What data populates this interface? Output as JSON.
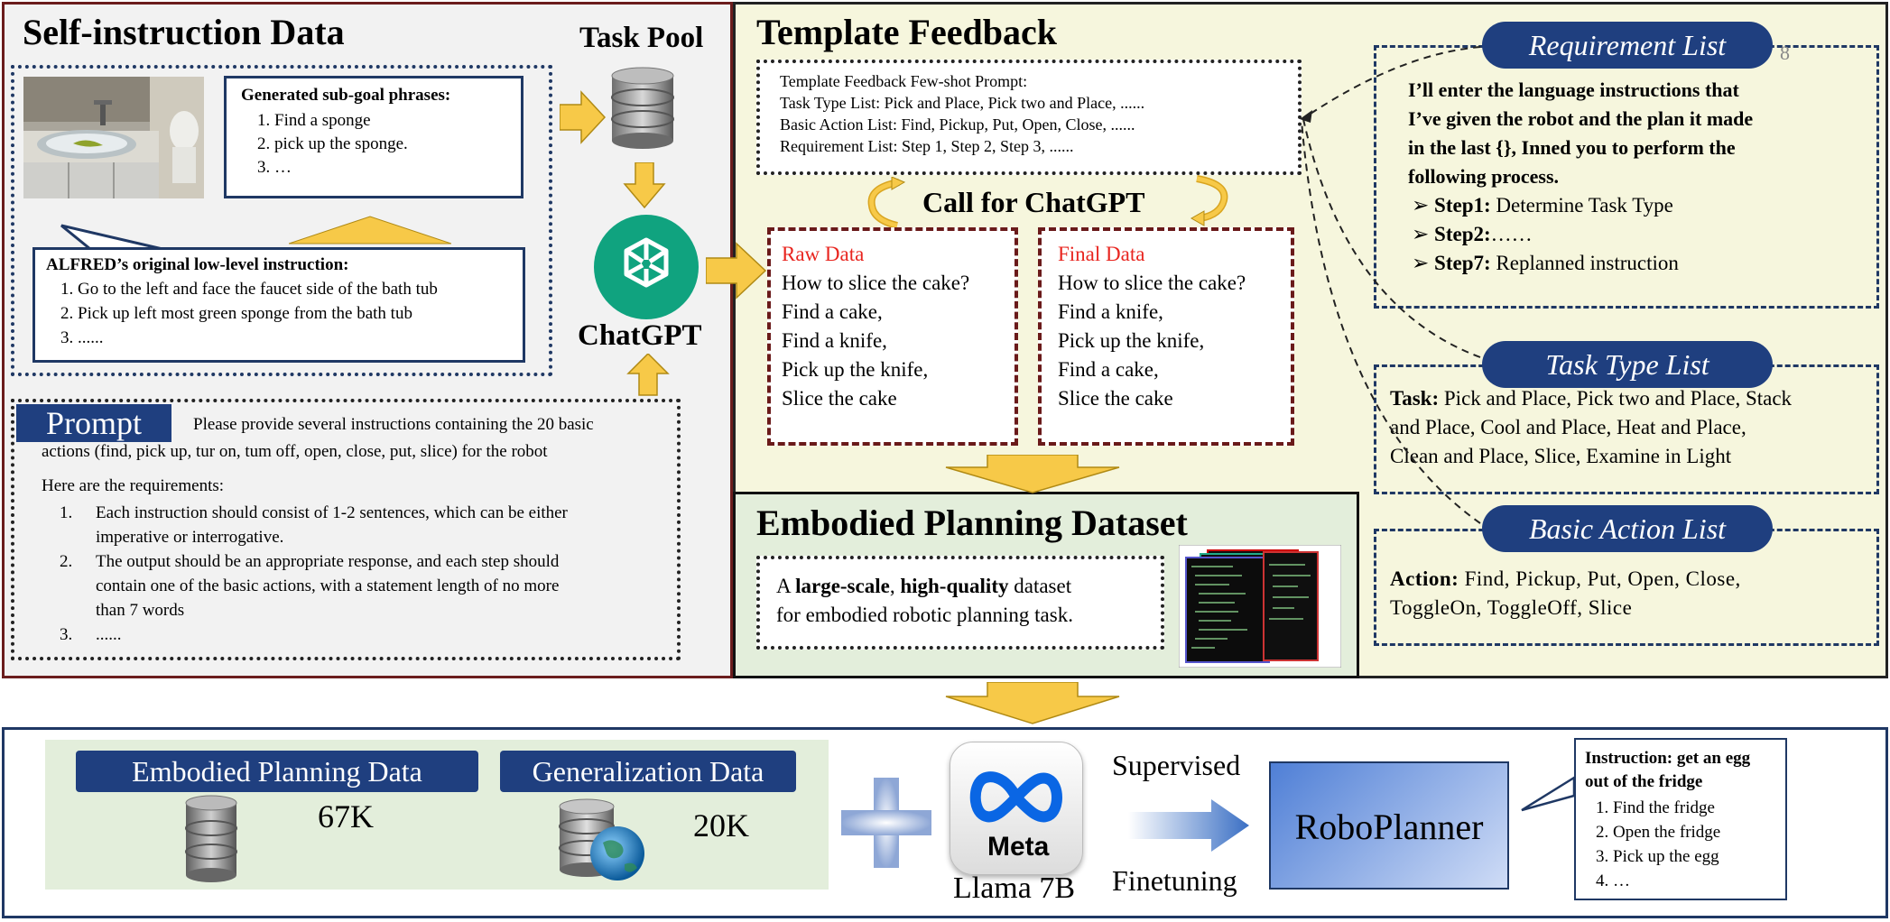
{
  "self_instruction": {
    "title": "Self-instruction Data",
    "subgoal_title": "Generated sub-goal phrases:",
    "subgoals": [
      "1. Find a sponge",
      "2. pick up the sponge.",
      "3. …"
    ],
    "alfred_title": "ALFRED’s original low-level instruction:",
    "alfred_items": [
      "1. Go to the left and face the faucet side of the bath tub",
      "2. Pick up left most green sponge from the bath tub",
      "3. ......"
    ],
    "prompt_label": "Prompt",
    "prompt_intro_1": "Please provide several instructions containing the 20 basic",
    "prompt_intro_2": "actions (find, pick up, tur on, tum off, open, close, put, slice) for the robot",
    "requirements_title": "Here are the requirements:",
    "req1_num": "1.",
    "req1_a": "Each instruction should consist of 1-2 sentences, which can be either",
    "req1_b": "imperative or interrogative.",
    "req2_num": "2.",
    "req2_a": "The output should be an appropriate response, and each step should",
    "req2_b": "contain one of the basic actions, with a statement length of no more",
    "req2_c": "than 7 words",
    "req3_num": "3.",
    "req3_a": "......"
  },
  "task_pool": {
    "label": "Task Pool"
  },
  "chatgpt": {
    "label": "ChatGPT"
  },
  "template_feedback": {
    "title": "Template Feedback",
    "prompt_lines": [
      "Template Feedback Few-shot Prompt:",
      "Task Type List:  Pick and Place, Pick two and Place, ......",
      "Basic Action List: Find, Pickup, Put, Open, Close, ......",
      "Requirement List: Step 1, Step 2, Step 3, ......"
    ],
    "call_label": "Call for ChatGPT",
    "raw": {
      "title": "Raw Data",
      "lines": [
        "How to slice the cake?",
        "Find a cake,",
        "Find a knife,",
        "Pick up the knife,",
        "Slice the cake"
      ]
    },
    "final": {
      "title": "Final Data",
      "lines": [
        "How to slice the cake?",
        "Find a knife,",
        "Pick up the knife,",
        "Find a cake,",
        "Slice the cake"
      ]
    },
    "accent_red": "#e8251f"
  },
  "requirement_list": {
    "title": "Requirement List",
    "marker": "8",
    "intro_lines": [
      "I’ll enter the language  instructions that",
      "I’ve given the robot and the plan it made",
      "in the last {}, Inned you to perform the",
      "following process."
    ],
    "steps": [
      {
        "label": "Step1:",
        "text": " Determine Task Type"
      },
      {
        "label": "Step2:",
        "text": "……"
      },
      {
        "label": "Step7:",
        "text": " Replanned instruction"
      }
    ]
  },
  "task_type_list": {
    "title": "Task Type List",
    "label": "Task:",
    "line1": " Pick and Place, Pick two and Place, Stack",
    "line2": "and Place, Cool and Place, Heat and Place,",
    "line3": "Clean and Place, Slice, Examine in Light"
  },
  "basic_action_list": {
    "title": "Basic Action List",
    "label": "Action:",
    "line1": " Find, Pickup, Put, Open, Close,",
    "line2": "ToggleOn, ToggleOff, Slice"
  },
  "embodied_dataset": {
    "title": "Embodied Planning Dataset",
    "desc_a": "A ",
    "desc_b": "large-scale",
    "desc_c": ", ",
    "desc_d": "high-quality",
    "desc_e": " dataset",
    "desc_line2": "for embodied robotic planning task."
  },
  "bottom": {
    "embodied_label": "Embodied Planning Data",
    "embodied_count": "67K",
    "general_label": "Generalization  Data",
    "general_count": "20K",
    "meta_logo_text": "Meta",
    "llama_label": "Llama 7B",
    "supervised_label": "Supervised",
    "finetuning_label": "Finetuning",
    "roboplanner_label": "RoboPlanner",
    "instruction_title_1": "Instruction: get an egg",
    "instruction_title_2": "out of  the fridge",
    "instruction_steps": [
      "1. Find the fridge",
      "2. Open the fridge",
      "3. Pick up the egg",
      "4. …"
    ]
  },
  "colors": {
    "navy": "#1f3f7f",
    "arrow_yellow": "#f7c948",
    "panel_yellow": "#f6f6dd",
    "panel_green": "#e3eedb",
    "panel_gray": "#f2f2f2",
    "chatgpt_green": "#10a37f"
  }
}
